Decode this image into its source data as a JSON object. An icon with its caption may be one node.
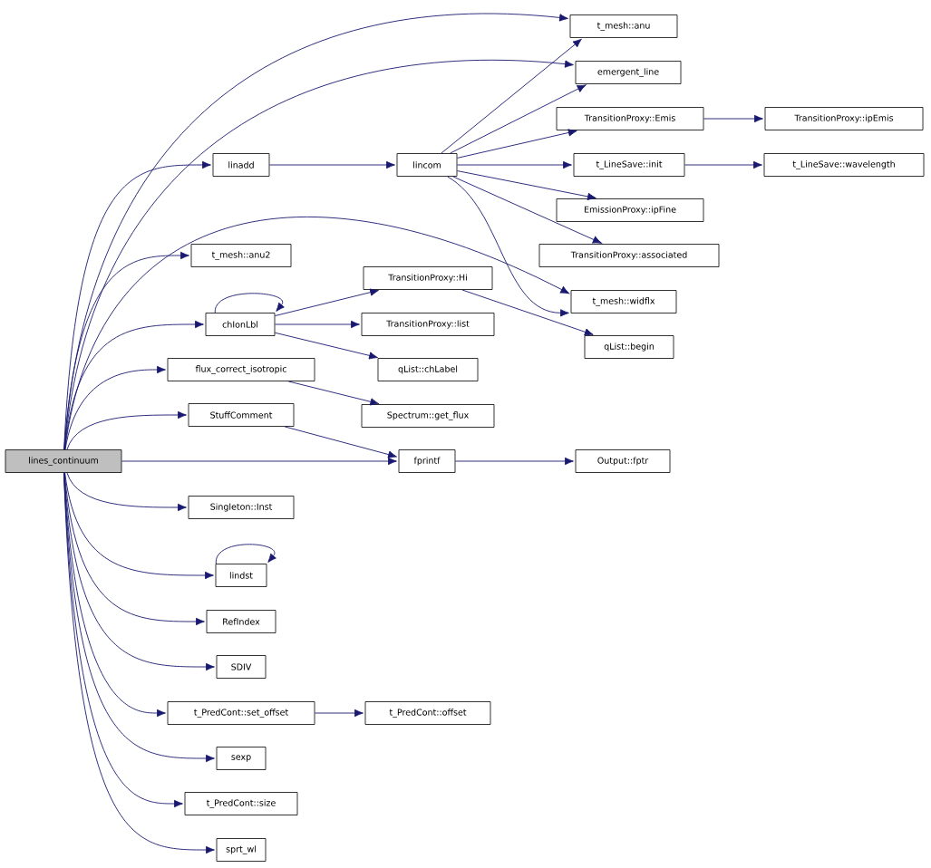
{
  "diagram": {
    "nodes": [
      {
        "text": [
          "lines_continuum"
        ]
      },
      {
        "text": [
          "t_mesh::anu"
        ]
      },
      {
        "text": [
          "emergent_line"
        ]
      },
      {
        "text": [
          "linadd"
        ]
      },
      {
        "text": [
          "lincom"
        ]
      },
      {
        "text": [
          "TransitionProxy::Emis"
        ]
      },
      {
        "text": [
          "TransitionProxy::ipEmis"
        ]
      },
      {
        "text": [
          "t_LineSave::init"
        ]
      },
      {
        "text": [
          "t_LineSave::wavelength"
        ]
      },
      {
        "text": [
          "EmissionProxy::ipFine"
        ]
      },
      {
        "text": [
          "TransitionProxy::associated"
        ]
      },
      {
        "text": [
          "t_mesh::anu2"
        ]
      },
      {
        "text": [
          "t_mesh::widflx"
        ]
      },
      {
        "text": [
          "TransitionProxy::Hi"
        ]
      },
      {
        "text": [
          "chIonLbl"
        ]
      },
      {
        "text": [
          "TransitionProxy::list"
        ]
      },
      {
        "text": [
          "qList::begin"
        ]
      },
      {
        "text": [
          "qList::chLabel"
        ]
      },
      {
        "text": [
          "flux_correct_isotropic"
        ]
      },
      {
        "text": [
          "Spectrum::get_flux"
        ]
      },
      {
        "text": [
          "StuffComment"
        ]
      },
      {
        "text": [
          "fprintf"
        ]
      },
      {
        "text": [
          "Output::fptr"
        ]
      },
      {
        "text": [
          "Singleton::Inst"
        ]
      },
      {
        "text": [
          "lindst"
        ]
      },
      {
        "text": [
          "RefIndex"
        ]
      },
      {
        "text": [
          "SDIV"
        ]
      },
      {
        "text": [
          "t_PredCont::set_offset"
        ]
      },
      {
        "text": [
          "t_PredCont::offset"
        ]
      },
      {
        "text": [
          "sexp"
        ]
      },
      {
        "text": [
          "t_PredCont::size"
        ]
      },
      {
        "text": [
          "sprt_wl"
        ]
      }
    ],
    "edges": [
      {
        "from": 0,
        "to": 1,
        "arrow": "to"
      },
      {
        "from": 0,
        "to": 2,
        "arrow": "to"
      },
      {
        "from": 0,
        "to": 3,
        "arrow": "to"
      },
      {
        "from": 0,
        "to": 12,
        "arrow": "to"
      },
      {
        "from": 0,
        "to": 11,
        "arrow": "to"
      },
      {
        "from": 0,
        "to": 14,
        "arrow": "to"
      },
      {
        "from": 0,
        "to": 18,
        "arrow": "to"
      },
      {
        "from": 0,
        "to": 20,
        "arrow": "to"
      },
      {
        "from": 0,
        "to": 21,
        "arrow": "to"
      },
      {
        "from": 0,
        "to": 23,
        "arrow": "to"
      },
      {
        "from": 0,
        "to": 24,
        "arrow": "to"
      },
      {
        "from": 0,
        "to": 25,
        "arrow": "to"
      },
      {
        "from": 0,
        "to": 26,
        "arrow": "to"
      },
      {
        "from": 0,
        "to": 27,
        "arrow": "to"
      },
      {
        "from": 0,
        "to": 29,
        "arrow": "to"
      },
      {
        "from": 0,
        "to": 30,
        "arrow": "to"
      },
      {
        "from": 0,
        "to": 31,
        "arrow": "to"
      },
      {
        "from": 3,
        "to": 4,
        "arrow": "to"
      },
      {
        "from": 4,
        "to": 1,
        "arrow": "to"
      },
      {
        "from": 4,
        "to": 2,
        "arrow": "to"
      },
      {
        "from": 4,
        "to": 5,
        "arrow": "to"
      },
      {
        "from": 4,
        "to": 7,
        "arrow": "to"
      },
      {
        "from": 4,
        "to": 9,
        "arrow": "to"
      },
      {
        "from": 4,
        "to": 10,
        "arrow": "to"
      },
      {
        "from": 4,
        "to": 12,
        "arrow": "to"
      },
      {
        "from": 5,
        "to": 6,
        "arrow": "to"
      },
      {
        "from": 7,
        "to": 8,
        "arrow": "to"
      },
      {
        "from": 14,
        "to": 14,
        "arrow": "to"
      },
      {
        "from": 14,
        "to": 13,
        "arrow": "to"
      },
      {
        "from": 14,
        "to": 15,
        "arrow": "to"
      },
      {
        "from": 14,
        "to": 17,
        "arrow": "to"
      },
      {
        "from": 13,
        "to": 16,
        "arrow": "to"
      },
      {
        "from": 18,
        "to": 19,
        "arrow": "to"
      },
      {
        "from": 20,
        "to": 21,
        "arrow": "to"
      },
      {
        "from": 21,
        "to": 22,
        "arrow": "to"
      },
      {
        "from": 24,
        "to": 24,
        "arrow": "to"
      },
      {
        "from": 27,
        "to": 28,
        "arrow": "to"
      }
    ]
  }
}
